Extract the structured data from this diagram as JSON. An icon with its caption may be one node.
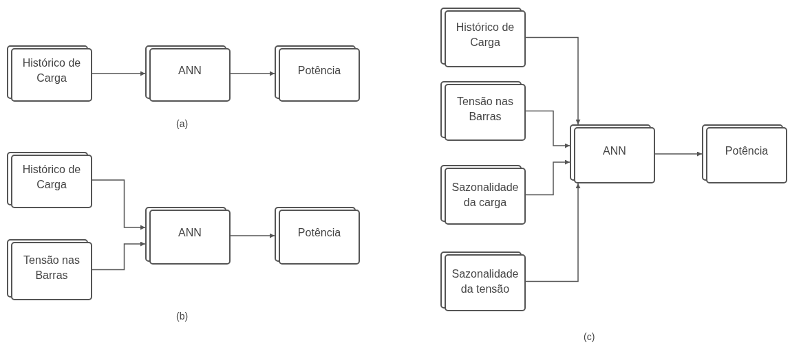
{
  "diagram": {
    "nodes": [
      {
        "text": [
          "Histórico de Carga"
        ]
      },
      {
        "text": [
          "ANN"
        ]
      },
      {
        "text": [
          "Potência"
        ]
      },
      {
        "text": [
          "Histórico de Carga"
        ]
      },
      {
        "text": [
          "Tensão nas Barras"
        ]
      },
      {
        "text": [
          "ANN"
        ]
      },
      {
        "text": [
          "Potência"
        ]
      },
      {
        "text": [
          "Histórico de Carga"
        ]
      },
      {
        "text": [
          "Tensão nas Barras"
        ]
      },
      {
        "text": [
          "Sazonalidade da carga"
        ]
      },
      {
        "text": [
          "Sazonalidade da tensão"
        ]
      },
      {
        "text": [
          "ANN"
        ]
      },
      {
        "text": [
          "Potência"
        ]
      }
    ],
    "edges": [
      {
        "from": 0,
        "to": 1,
        "arrow": "to"
      },
      {
        "from": 1,
        "to": 2,
        "arrow": "to"
      },
      {
        "from": 3,
        "to": 5,
        "arrow": "to"
      },
      {
        "from": 4,
        "to": 5,
        "arrow": "to"
      },
      {
        "from": 5,
        "to": 6,
        "arrow": "to"
      },
      {
        "from": 7,
        "to": 11,
        "arrow": "to"
      },
      {
        "from": 8,
        "to": 11,
        "arrow": "to"
      },
      {
        "from": 9,
        "to": 11,
        "arrow": "to"
      },
      {
        "from": 10,
        "to": 11,
        "arrow": "to"
      },
      {
        "from": 11,
        "to": 12,
        "arrow": "to"
      }
    ],
    "labels": [
      "(a)",
      "(b)",
      "(c)"
    ]
  }
}
